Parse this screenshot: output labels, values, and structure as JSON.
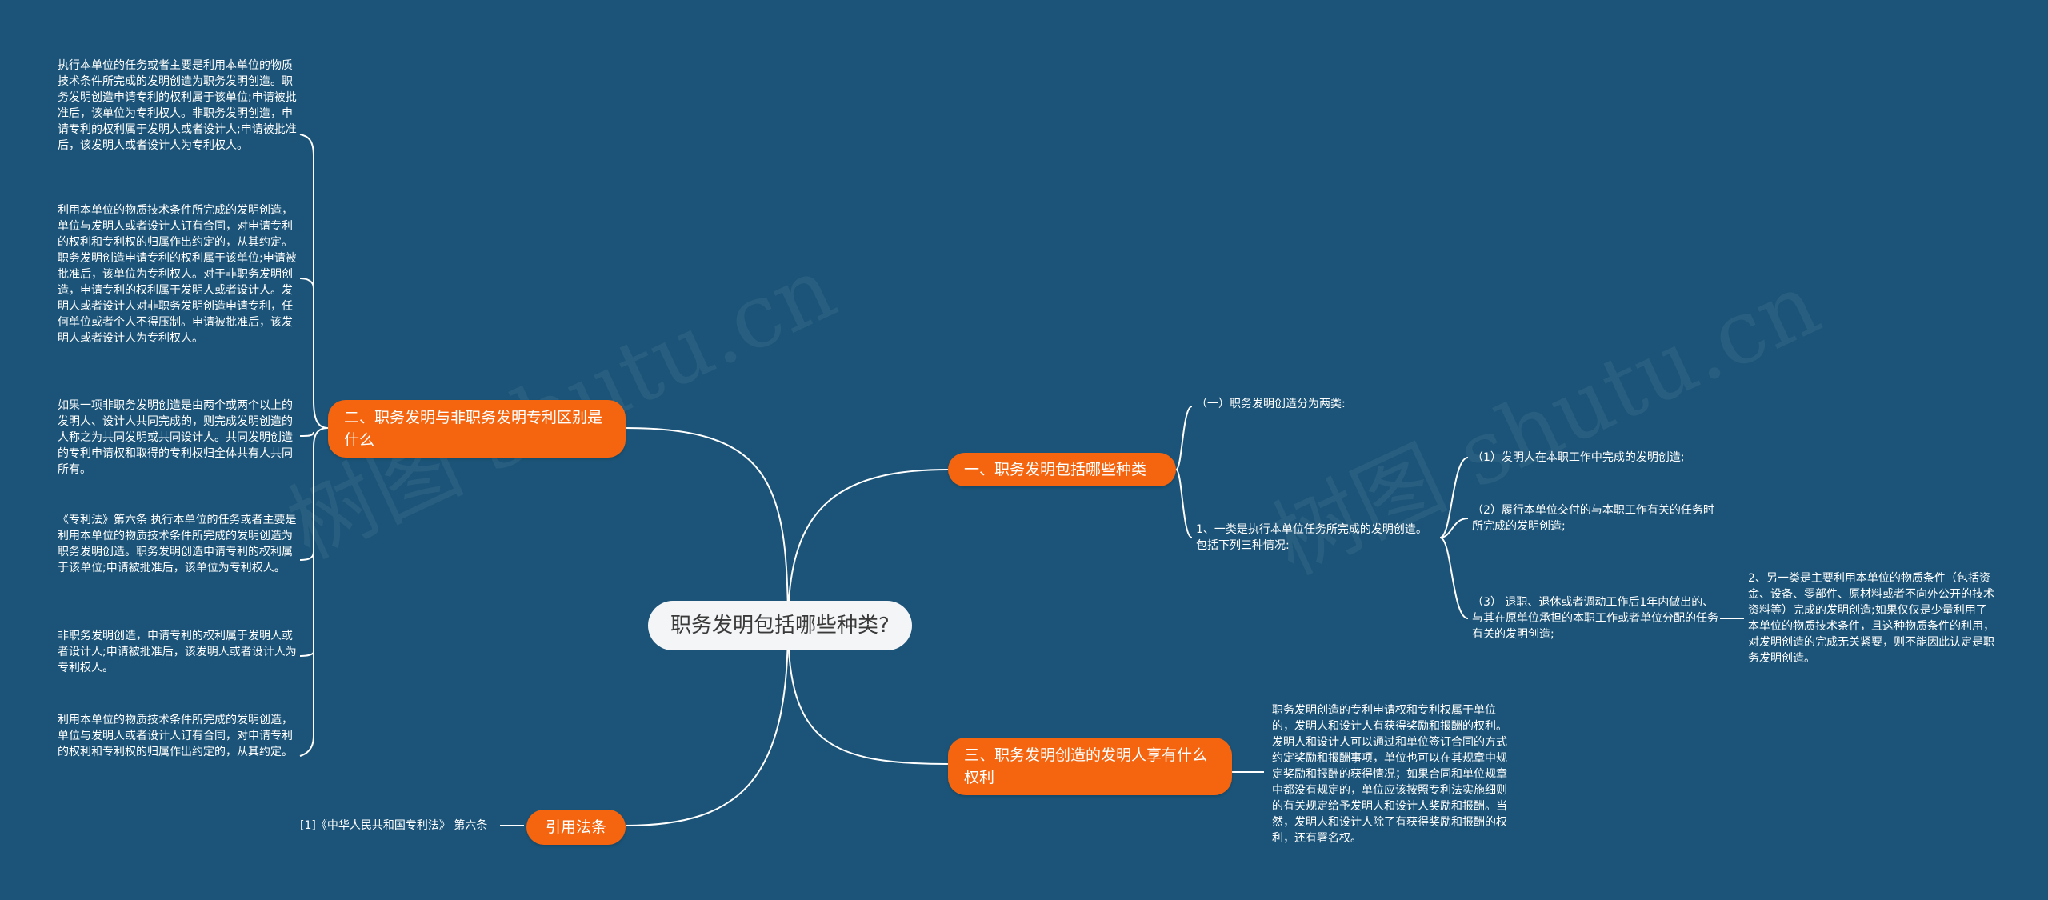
{
  "mindmap": {
    "root": "职务发明包括哪些种类?",
    "branches": {
      "b1": "一、职务发明包括哪些种类",
      "b2": "二、职务发明与非职务发明专利区别是什么",
      "b3": "三、职务发明创造的发明人享有什么权利",
      "b4": "引用法条"
    },
    "b1_children": {
      "c1": "（一）职务发明创造分为两类:",
      "c2": "1、一类是执行本单位任务所完成的发明创造。包括下列三种情况:",
      "c2a": "（1）发明人在本职工作中完成的发明创造;",
      "c2b": "（2）履行本单位交付的与本职工作有关的任务时所完成的发明创造;",
      "c2c": "（3） 退职、退休或者调动工作后1年内做出的、与其在原单位承担的本职工作或者单位分配的任务有关的发明创造;",
      "c2c1": "2、另一类是主要利用本单位的物质条件（包括资金、设备、零部件、原材料或者不向外公开的技术资料等）完成的发明创造;如果仅仅是少量利用了本单位的物质技术条件，且这种物质条件的利用，对发明创造的完成无关紧要，则不能因此认定是职务发明创造。"
    },
    "b2_children": {
      "l1": "执行本单位的任务或者主要是利用本单位的物质技术条件所完成的发明创造为职务发明创造。职务发明创造申请专利的权利属于该单位;申请被批准后，该单位为专利权人。非职务发明创造，申请专利的权利属于发明人或者设计人;申请被批准后，该发明人或者设计人为专利权人。",
      "l2": "利用本单位的物质技术条件所完成的发明创造，单位与发明人或者设计人订有合同，对申请专利的权利和专利权的归属作出约定的，从其约定。职务发明创造申请专利的权利属于该单位;申请被批准后，该单位为专利权人。对于非职务发明创造，申请专利的权利属于发明人或者设计人。发明人或者设计人对非职务发明创造申请专利，任何单位或者个人不得压制。申请被批准后，该发明人或者设计人为专利权人。",
      "l3": "如果一项非职务发明创造是由两个或两个以上的发明人、设计人共同完成的，则完成发明创造的人称之为共同发明或共同设计人。共同发明创造的专利申请权和取得的专利权归全体共有人共同所有。",
      "l4": "《专利法》第六条 执行本单位的任务或者主要是利用本单位的物质技术条件所完成的发明创造为职务发明创造。职务发明创造申请专利的权利属于该单位;申请被批准后，该单位为专利权人。",
      "l5": "非职务发明创造，申请专利的权利属于发明人或者设计人;申请被批准后，该发明人或者设计人为专利权人。",
      "l6": "利用本单位的物质技术条件所完成的发明创造，单位与发明人或者设计人订有合同，对申请专利的权利和专利权的归属作出约定的，从其约定。"
    },
    "b3_children": {
      "r1": "职务发明创造的专利申请权和专利权属于单位的，发明人和设计人有获得奖励和报酬的权利。发明人和设计人可以通过和单位签订合同的方式约定奖励和报酬事项，单位也可以在其规章中规定奖励和报酬的获得情况；如果合同和单位规章中都没有规定的，单位应该按照专利法实施细则的有关规定给予发明人和设计人奖励和报酬。当然，发明人和设计人除了有获得奖励和报酬的权利，还有署名权。"
    },
    "b4_children": {
      "f1": "[1]《中华人民共和国专利法》 第六条"
    }
  },
  "colors": {
    "background": "#1b5478",
    "branch": "#f5640f",
    "root": "#f4f5f7",
    "line": "#ffffff"
  }
}
